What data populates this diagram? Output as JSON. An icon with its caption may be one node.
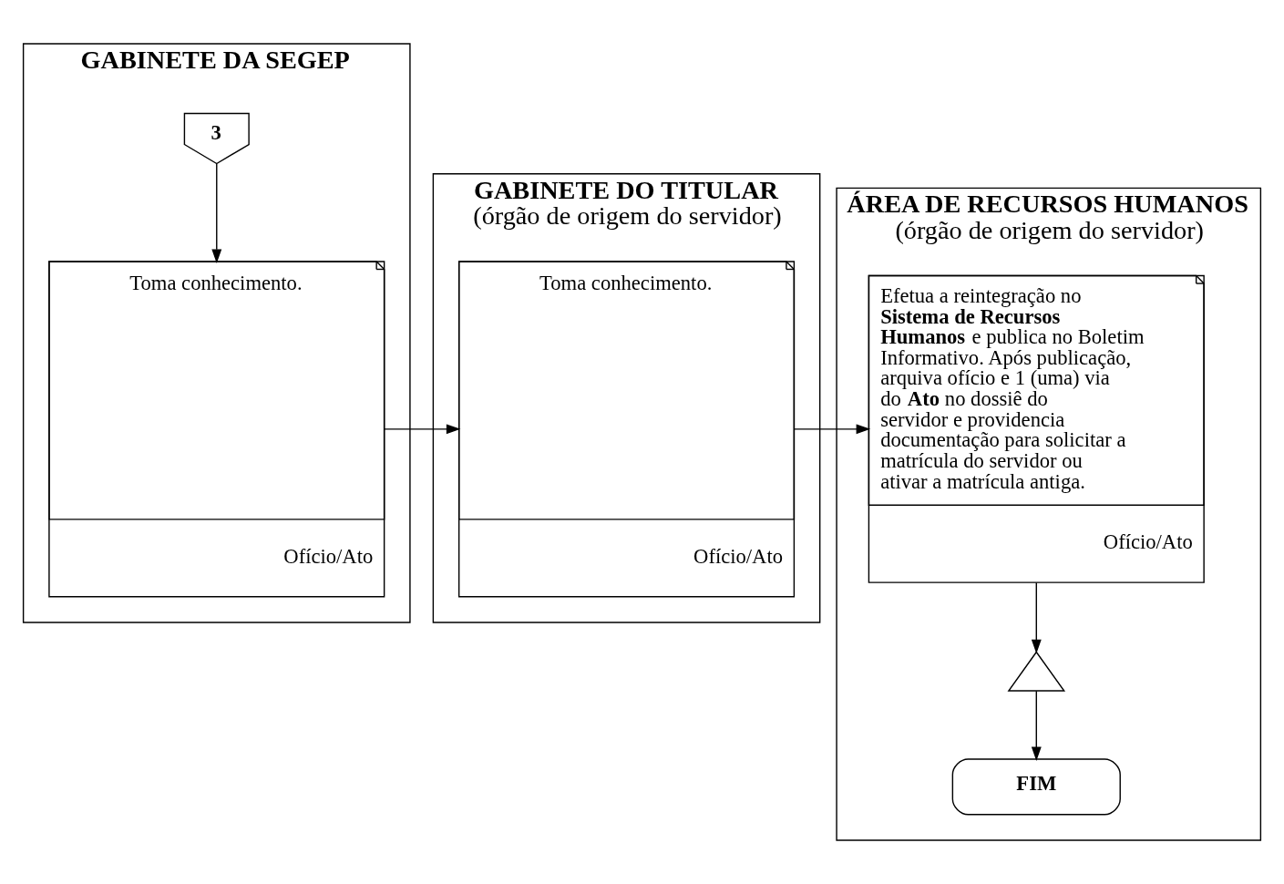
{
  "diagram": {
    "nodes": [
      {
        "text": [
          "GABINETE DA SEGEP"
        ]
      },
      {
        "text": [
          "3"
        ],
        "in": 0
      },
      {
        "text": [
          "Toma conhecimento.",
          "Ofício/Ato"
        ],
        "in": 0
      },
      {
        "text": [
          "GABINETE DO TITULAR",
          "(órgão de origem do servidor)"
        ]
      },
      {
        "text": [
          "Toma conhecimento.",
          "Ofício/Ato"
        ],
        "in": 3
      },
      {
        "text": [
          "ÁREA DE RECURSOS HUMANOS",
          "(órgão de origem do servidor)"
        ]
      },
      {
        "text": [
          "Efetua a reintegração no **Sistema de Recursos Humanos** e publica no Boletim Informativo. Após publicação, arquiva ofício e 1 (uma) via do **Ato** no dossiê do servidor e providencia documentação para solicitar a matrícula do servidor ou ativar a matrícula antiga.",
          "Ofício/Ato"
        ],
        "in": 5
      },
      {
        "text": [],
        "shape": "triangle",
        "in": 5
      },
      {
        "text": [
          "FIM"
        ],
        "in": 5
      }
    ],
    "edges": [
      {
        "from": 1,
        "to": 2,
        "arrow": "to"
      },
      {
        "from": 2,
        "to": 4,
        "arrow": "to"
      },
      {
        "from": 4,
        "to": 6,
        "arrow": "to"
      },
      {
        "from": 6,
        "to": 7,
        "arrow": "to"
      },
      {
        "from": 7,
        "to": 8,
        "arrow": "to"
      }
    ]
  }
}
